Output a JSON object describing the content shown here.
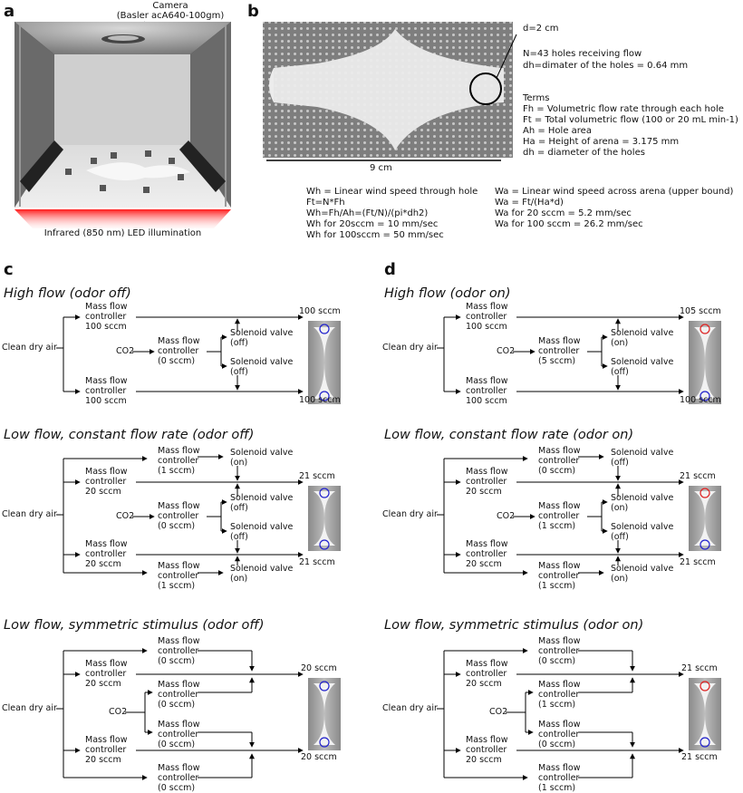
{
  "panel_a": {
    "label": "a",
    "camera": "Camera",
    "camera_model": "(Basler acA640-100gm)",
    "illumination": "Infrared (850 nm) LED illumination"
  },
  "panel_b": {
    "label": "b",
    "scale": "9 cm",
    "d_note": "d=2 cm",
    "n_note": "N=43 holes receiving flow",
    "dh_note": "dh=dimater of the holes = 0.64 mm",
    "terms": "Terms",
    "fh_def": "Fh = Volumetric flow rate through each hole",
    "ft_def": "Ft = Total volumetric flow (100 or 20 mL min-1)",
    "ah_def": "Ah = Hole area",
    "ha_def": "Ha = Height of arena = 3.175 mm",
    "dh_def": "dh = diameter of the holes",
    "wh_def": "Wh = Linear wind speed through hole",
    "ft_eq": "Ft=N*Fh",
    "wh_eq": "Wh=Fh/Ah=(Ft/N)/(pi*dh2)",
    "wh_20": "Wh for 20sccm = 10 mm/sec",
    "wh_100": "Wh for 100sccm = 50 mm/sec",
    "wa_def": "Wa = Linear wind speed across arena (upper bound)",
    "wa_eq": "Wa = Ft/(Ha*d)",
    "wa_20": "Wa for 20 sccm = 5.2 mm/sec",
    "wa_100": "Wa for 100 sccm = 26.2 mm/sec"
  },
  "panel_c_label": "c",
  "panel_d_label": "d",
  "common": {
    "clean_air": "Clean dry air",
    "co2": "CO2",
    "mfc": "Mass flow controller",
    "valve": "Solenoid valve"
  },
  "diagrams": {
    "c1": {
      "title": "High flow (odor off)",
      "flow_top": "100 sccm",
      "flow_bot": "100 sccm",
      "mfc_top": "100 sccm",
      "mfc_bot": "100 sccm",
      "co2_mfc": "(0 sccm)",
      "valve_a": "(off)",
      "valve_b": "(off)",
      "top_circle": "#2222cc"
    },
    "d1": {
      "title": "High flow (odor on)",
      "flow_top": "105 sccm",
      "flow_bot": "100 sccm",
      "mfc_top": "100 sccm",
      "mfc_bot": "100 sccm",
      "co2_mfc": "(5 sccm)",
      "valve_a": "(on)",
      "valve_b": "(off)",
      "top_circle": "#dd2222"
    },
    "c2": {
      "title": "Low flow, constant flow rate (odor off)",
      "flow_top": "21 sccm",
      "flow_bot": "21 sccm",
      "mfc_top": "20 sccm",
      "mfc_bot": "20 sccm",
      "co2_mfc": "(0 sccm)",
      "extra_top": "(1 sccm)",
      "extra_bot": "(1 sccm)",
      "valve_top": "(on)",
      "valve_a": "(off)",
      "valve_b": "(off)",
      "valve_bot": "(on)",
      "top_circle": "#2222cc"
    },
    "d2": {
      "title": "Low flow, constant flow rate (odor on)",
      "flow_top": "21 sccm",
      "flow_bot": "21 sccm",
      "mfc_top": "20 sccm",
      "mfc_bot": "20 sccm",
      "co2_mfc": "(1 sccm)",
      "extra_top": "(0 sccm)",
      "extra_bot": "(1 sccm)",
      "valve_top": "(off)",
      "valve_a": "(on)",
      "valve_b": "(off)",
      "valve_bot": "(on)",
      "top_circle": "#dd2222"
    },
    "c3": {
      "title": "Low flow, symmetric stimulus (odor off)",
      "flow_top": "20 sccm",
      "flow_bot": "20 sccm",
      "mfc_top": "20 sccm",
      "mfc_bot": "20 sccm",
      "extra_top": "(0 sccm)",
      "co2_a": "(0 sccm)",
      "co2_b": "(0 sccm)",
      "extra_bot": "(0 sccm)",
      "top_circle": "#2222cc"
    },
    "d3": {
      "title": "Low flow, symmetric stimulus (odor on)",
      "flow_top": "21 sccm",
      "flow_bot": "21 sccm",
      "mfc_top": "20 sccm",
      "mfc_bot": "20 sccm",
      "extra_top": "(0 sccm)",
      "co2_a": "(1 sccm)",
      "co2_b": "(0 sccm)",
      "extra_bot": "(1 sccm)",
      "top_circle": "#dd2222"
    }
  }
}
